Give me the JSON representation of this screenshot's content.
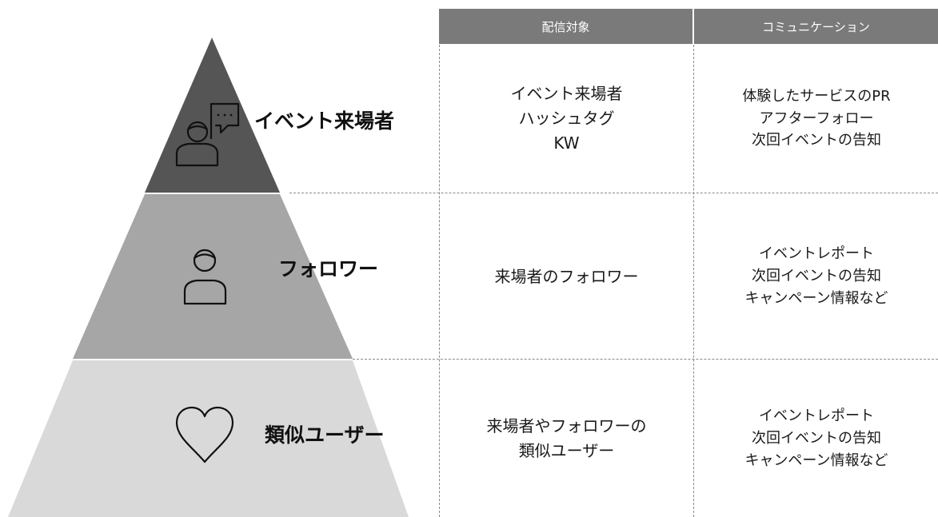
{
  "colors": {
    "tier1": "#555555",
    "tier2": "#a6a6a6",
    "tier3": "#d9d9d9",
    "header_bg": "#7a7a7a"
  },
  "table": {
    "headers": [
      "配信対象",
      "コミュニケーション"
    ],
    "rows": [
      {
        "tier_label": "イベント来場者",
        "icon": "user-chat-icon",
        "target": [
          "イベント来場者",
          "ハッシュタグ",
          "KW"
        ],
        "communication": [
          "体験したサービスのPR",
          "アフターフォロー",
          "次回イベントの告知"
        ]
      },
      {
        "tier_label": "フォロワー",
        "icon": "user-icon",
        "target": [
          "来場者のフォロワー"
        ],
        "communication": [
          "イベントレポート",
          "次回イベントの告知",
          "キャンペーン情報など"
        ]
      },
      {
        "tier_label": "類似ユーザー",
        "icon": "heart-icon",
        "target": [
          "来場者やフォロワーの",
          "類似ユーザー"
        ],
        "communication": [
          "イベントレポート",
          "次回イベントの告知",
          "キャンペーン情報など"
        ]
      }
    ]
  }
}
